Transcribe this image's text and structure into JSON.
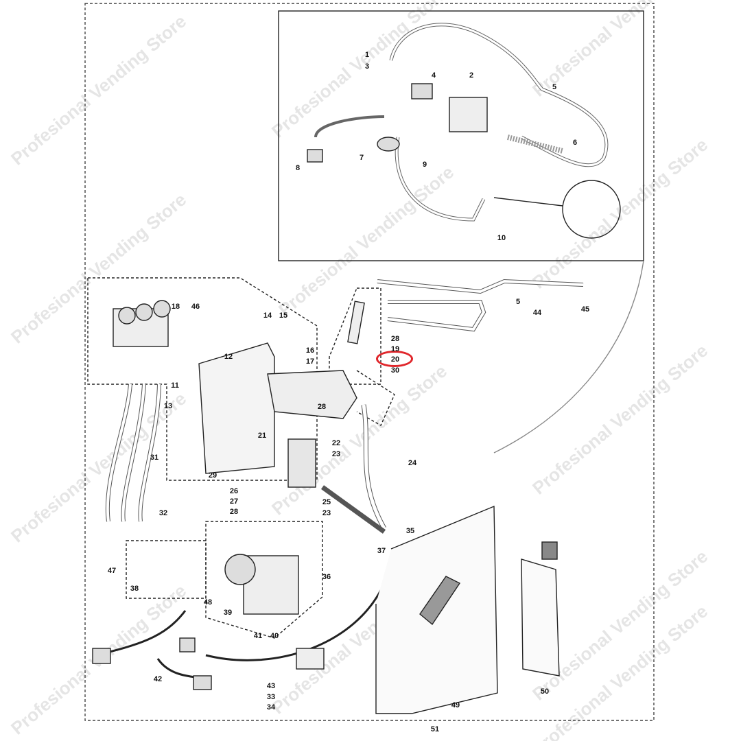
{
  "diagram": {
    "watermark": "Profesional Vending Store",
    "highlighted_part": "20",
    "highlight_color": "#e0262b",
    "part_labels": [
      "1",
      "3",
      "4",
      "2",
      "5",
      "6",
      "7",
      "8",
      "9",
      "10",
      "18",
      "46",
      "14",
      "15",
      "16",
      "17",
      "12",
      "11",
      "13",
      "21",
      "28",
      "28",
      "19",
      "20",
      "30",
      "5",
      "44",
      "45",
      "22",
      "23",
      "24",
      "31",
      "29",
      "26",
      "27",
      "28",
      "25",
      "23",
      "32",
      "35",
      "37",
      "36",
      "47",
      "38",
      "48",
      "39",
      "41",
      "40",
      "42",
      "43",
      "33",
      "34",
      "49",
      "50",
      "51"
    ]
  }
}
